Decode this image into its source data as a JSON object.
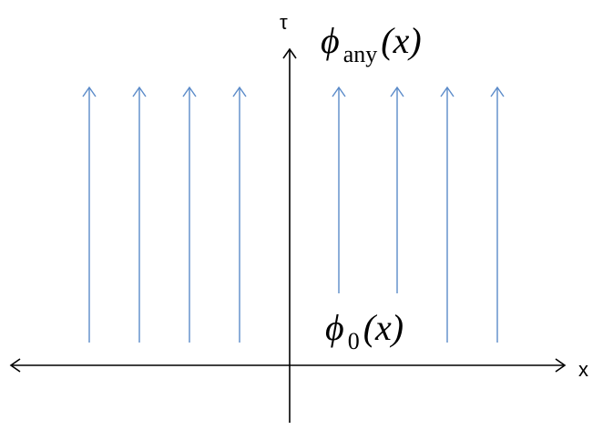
{
  "axes": {
    "x_label": "x",
    "tau_label": "τ"
  },
  "labels": {
    "top": {
      "symbol": "ϕ",
      "subscript": "any",
      "argument": "(x)"
    },
    "bottom": {
      "symbol": "ϕ",
      "subscript": "0",
      "argument": "(x)"
    }
  },
  "flow_arrows": {
    "count_left": 4,
    "count_right": 4,
    "color": "#5b8bc9"
  },
  "colors": {
    "axis": "#000000",
    "flow": "#5b8bc9"
  }
}
